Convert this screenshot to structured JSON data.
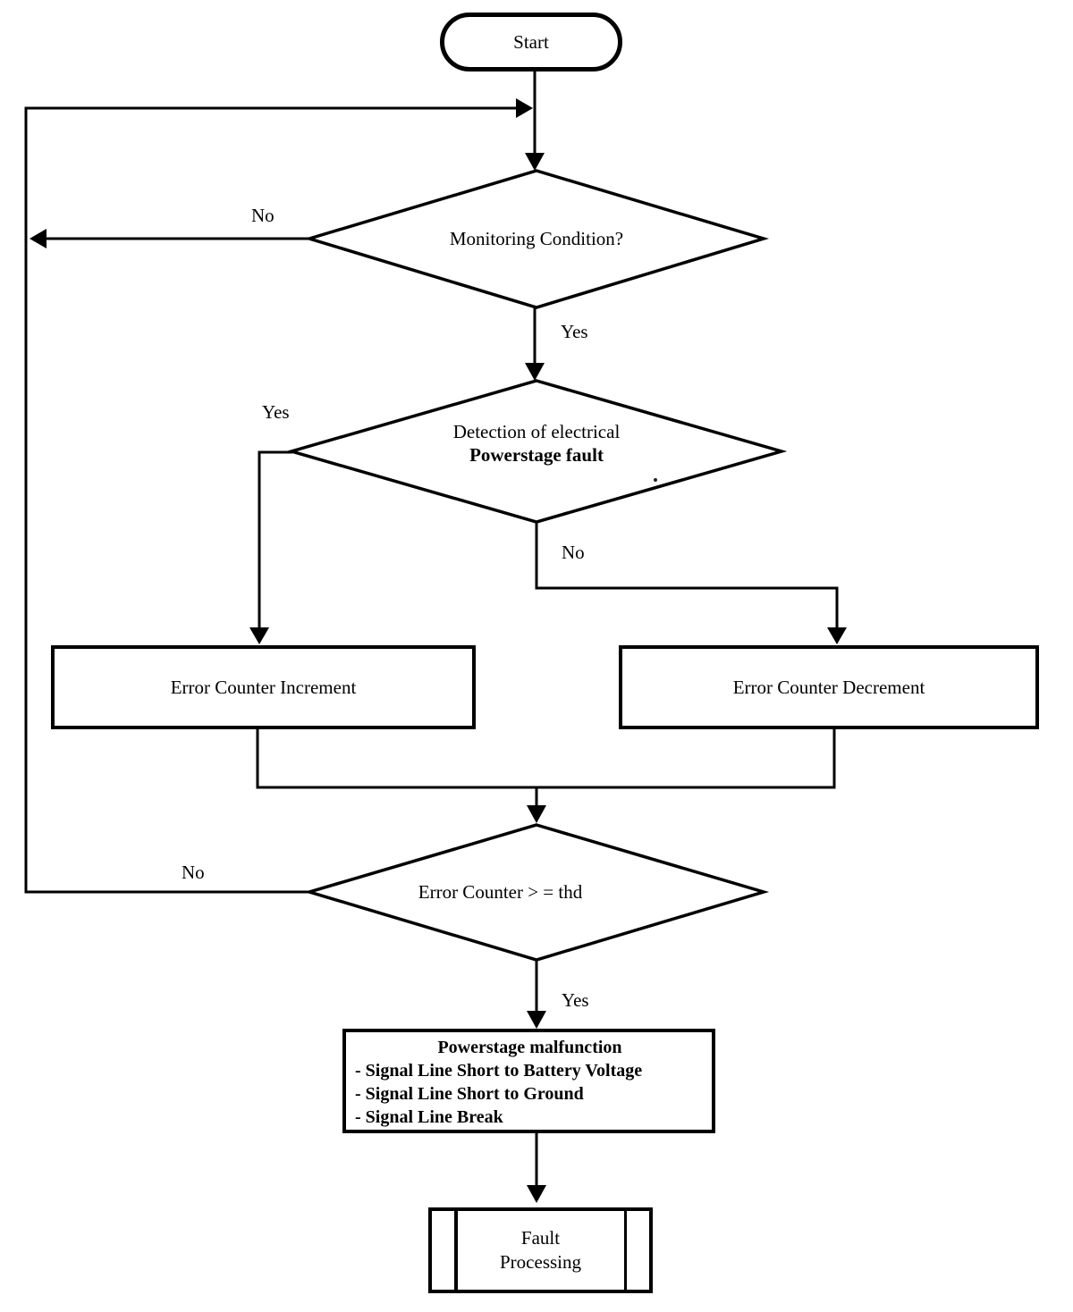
{
  "diagram": {
    "background": "#ffffff",
    "stroke_color": "#000000",
    "nodes": {
      "start": {
        "type": "terminator",
        "label": "Start"
      },
      "monitoring_condition": {
        "type": "decision",
        "label": "Monitoring Condition?"
      },
      "powerstage_fault_detection": {
        "type": "decision",
        "line1": "Detection of electrical",
        "line2": "Powerstage fault"
      },
      "error_counter_increment": {
        "type": "process",
        "label": "Error Counter Increment"
      },
      "error_counter_decrement": {
        "type": "process",
        "label": "Error Counter Decrement"
      },
      "error_counter_threshold": {
        "type": "decision",
        "label": "Error Counter > = thd"
      },
      "powerstage_malfunction": {
        "type": "process",
        "title": "Powerstage malfunction",
        "items": [
          "- Signal Line Short to Battery Voltage",
          "- Signal Line Short to Ground",
          "- Signal Line Break"
        ]
      },
      "fault_processing": {
        "type": "predefined_process",
        "line1": "Fault",
        "line2": "Processing"
      }
    },
    "edge_labels": {
      "monitoring_no": "No",
      "monitoring_yes": "Yes",
      "detection_yes": "Yes",
      "detection_no": "No",
      "threshold_no": "No",
      "threshold_yes": "Yes"
    },
    "stray_mark": "."
  }
}
